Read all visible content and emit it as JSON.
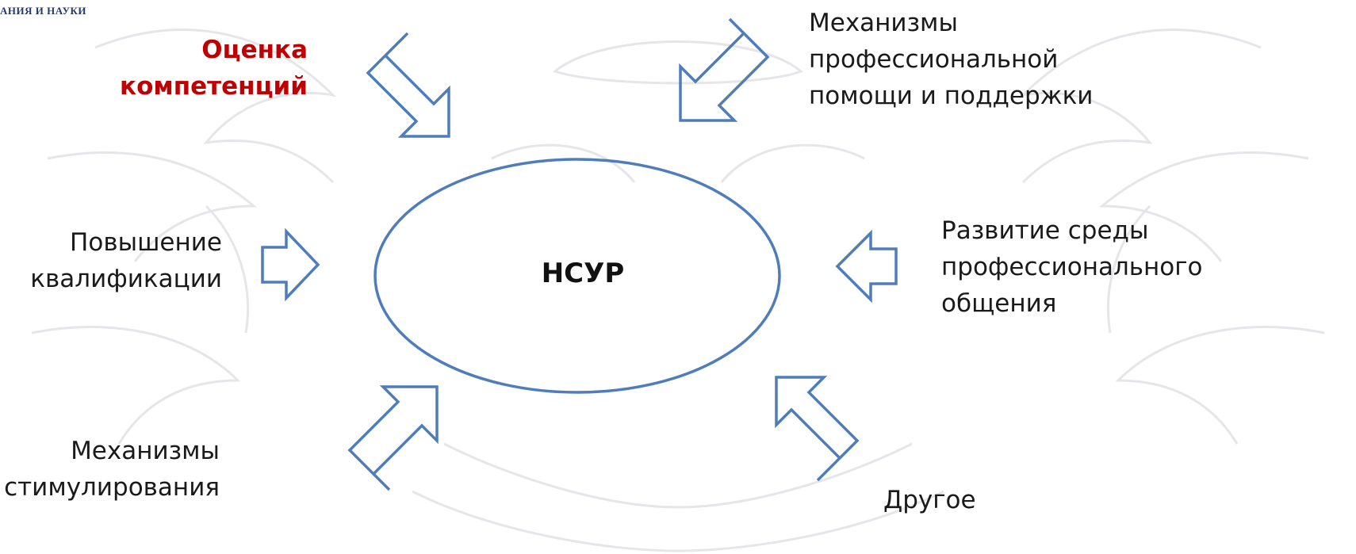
{
  "header": {
    "fragment": "АНИЯ И НАУКИ"
  },
  "diagram": {
    "center_label": "НСУР",
    "items": [
      {
        "name": "competency-assessment",
        "lines": [
          "Оценка",
          "компетенций"
        ],
        "highlighted": true
      },
      {
        "name": "support-mechanisms",
        "lines": [
          "Механизмы",
          "профессиональной",
          "помощи и поддержки"
        ],
        "highlighted": false
      },
      {
        "name": "qualification",
        "lines": [
          "Повышение",
          "квалификации"
        ],
        "highlighted": false
      },
      {
        "name": "professional-environment",
        "lines": [
          "Развитие среды",
          "профессионального",
          "общения"
        ],
        "highlighted": false
      },
      {
        "name": "incentive-mechanisms",
        "lines": [
          "Механизмы",
          "стимулирования"
        ],
        "highlighted": false
      },
      {
        "name": "other",
        "lines": [
          "Другое"
        ],
        "highlighted": false
      }
    ]
  },
  "colors": {
    "outline": "#4f7dbb",
    "accent_text": "#c00000",
    "text": "#1a1a1a",
    "header": "#1f3a73"
  },
  "icons": {
    "arrow": "block-arrow-icon",
    "ellipse": "ellipse-shape"
  }
}
